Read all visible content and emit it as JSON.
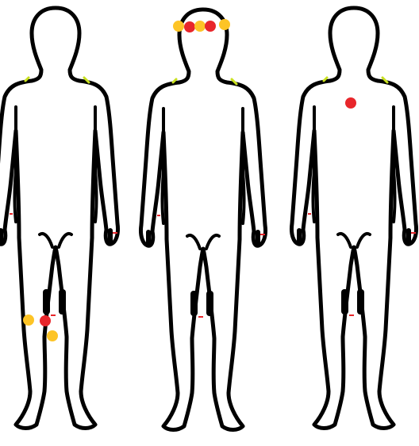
{
  "figure": {
    "figures": [
      {
        "id": "figure-left",
        "markers": [
          {
            "color": "yellow"
          },
          {
            "color": "red"
          },
          {
            "color": "yellow"
          }
        ]
      },
      {
        "id": "figure-middle",
        "markers": [
          {
            "color": "yellow"
          },
          {
            "color": "red"
          },
          {
            "color": "yellow"
          },
          {
            "color": "red"
          },
          {
            "color": "yellow"
          }
        ]
      },
      {
        "id": "figure-right",
        "markers": [
          {
            "color": "red"
          }
        ]
      }
    ]
  },
  "colors": {
    "red": "#e8262b",
    "yellow": "#fdc426",
    "outline": "#000000",
    "highlight_green": "#c8e01e"
  }
}
